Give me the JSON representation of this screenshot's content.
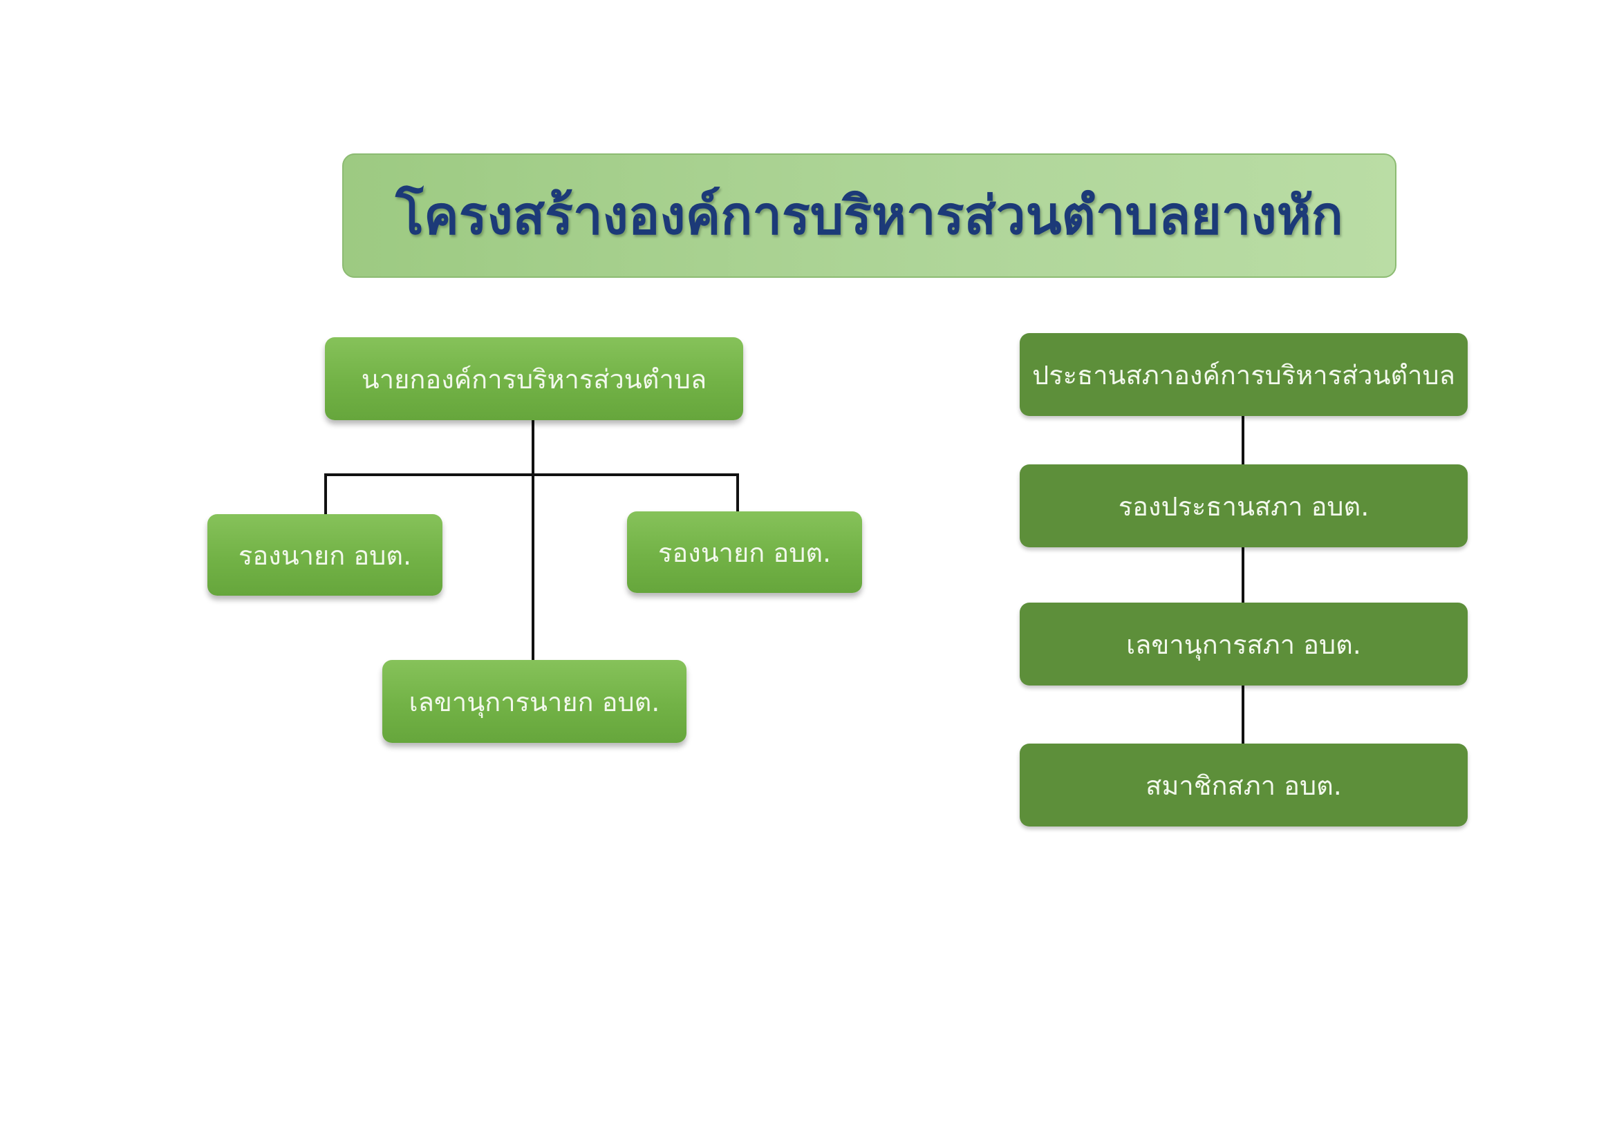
{
  "title": "โครงสร้างองค์การบริหารส่วนตำบลยางหัก",
  "executive": {
    "head": "นายกองค์การบริหารส่วนตำบล",
    "deputy_left": "รองนายก อบต.",
    "deputy_right": "รองนายก อบต.",
    "secretary": "เลขานุการนายก อบต."
  },
  "council": {
    "president": "ประธานสภาองค์การบริหารส่วนตำบล",
    "vice_president": "รองประธานสภา อบต.",
    "secretary": "เลขานุการสภา อบต.",
    "members": "สมาชิกสภา อบต."
  },
  "colors": {
    "title_text": "#1c3a78",
    "title_bg": "#b0d69a",
    "executive_node": "#72b246",
    "council_node": "#5d8f3a",
    "connector": "#111111"
  }
}
